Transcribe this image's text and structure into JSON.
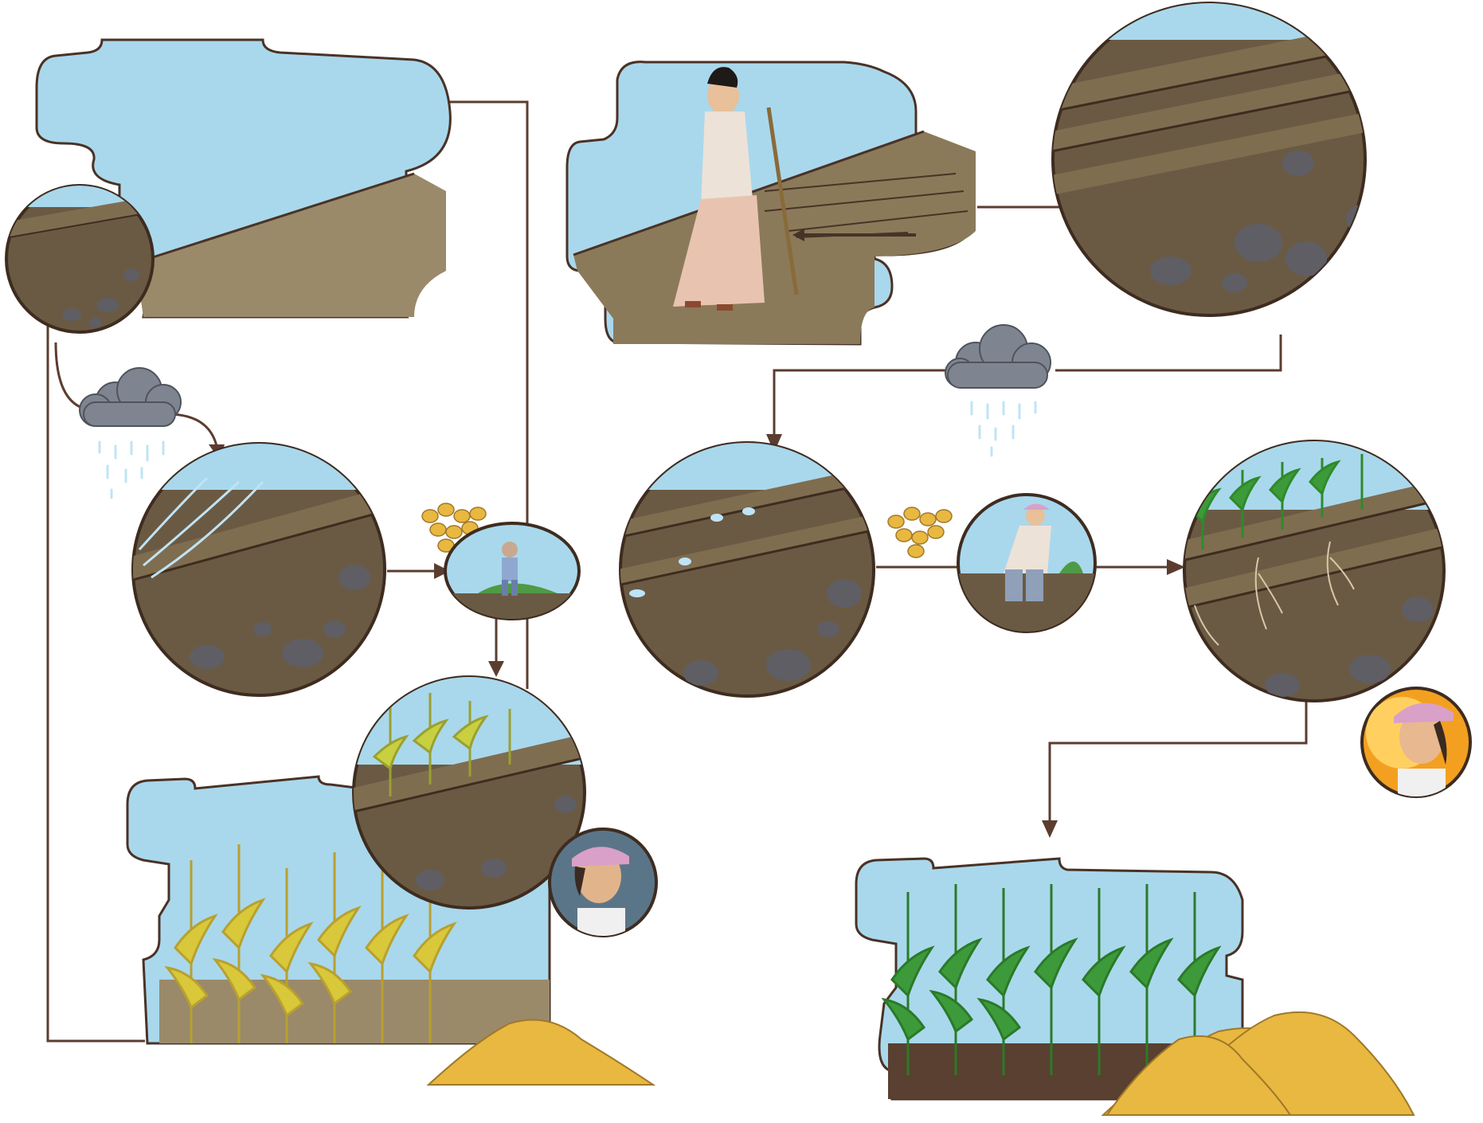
{
  "diagram": {
    "text_labels": [],
    "colors": {
      "sky": "#a9d8ec",
      "soil_light": "#9a8a6a",
      "soil_dark": "#6b5a43",
      "soil_deep": "#4a3b2c",
      "stone": "#5e5e64",
      "connector": "#5b3d30",
      "corn_yellow": "#d8c83a",
      "corn_green": "#3d9a3a",
      "grain": "#e8b840",
      "rain": "#bfe4f5",
      "cloud": "#7f8590"
    },
    "left_path": {
      "steps": [
        {
          "id": "flat-field",
          "icons": [
            "sky-panel-icon",
            "sloped-field-icon",
            "soil-closeup-icon"
          ]
        },
        {
          "id": "rain-runoff",
          "icons": [
            "rain-cloud-icon",
            "runoff-soil-closeup-icon"
          ]
        },
        {
          "id": "sowing",
          "icons": [
            "corn-seeds-icon",
            "farmer-sowing-icon"
          ]
        },
        {
          "id": "poor-harvest",
          "icons": [
            "yellow-corn-field-icon",
            "stunted-roots-closeup-icon",
            "sad-farmer-icon",
            "small-grain-pile-icon"
          ]
        }
      ]
    },
    "right_path": {
      "steps": [
        {
          "id": "contour-ploughing",
          "icons": [
            "woman-with-stick-icon",
            "contour-field-icon",
            "terraced-soil-closeup-icon"
          ]
        },
        {
          "id": "rain-retention",
          "icons": [
            "rain-cloud-icon",
            "water-retaining-soil-closeup-icon"
          ]
        },
        {
          "id": "planting",
          "icons": [
            "corn-seeds-icon",
            "farmer-planting-icon"
          ]
        },
        {
          "id": "good-harvest",
          "icons": [
            "healthy-roots-closeup-icon",
            "happy-farmer-icon",
            "green-corn-field-icon",
            "large-grain-piles-icon"
          ]
        }
      ]
    }
  }
}
